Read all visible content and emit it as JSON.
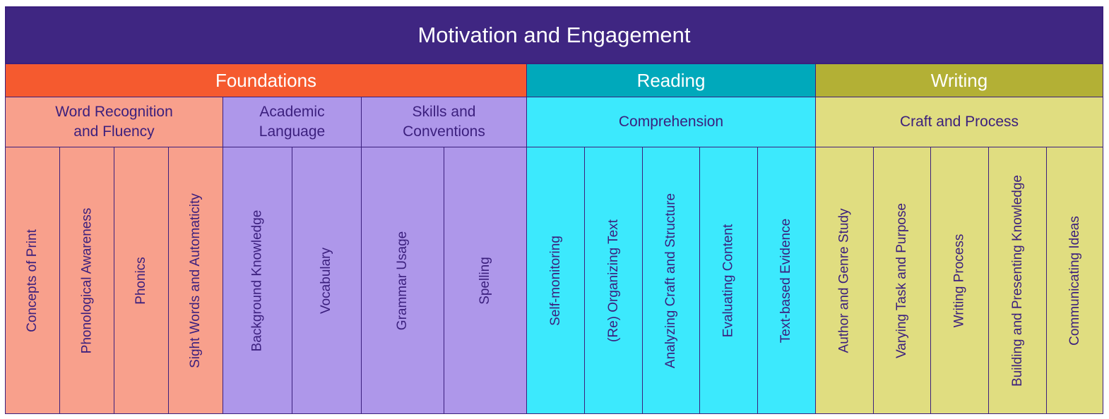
{
  "title": "Motivation and Engagement",
  "colors": {
    "border": "#3b1f7d",
    "title_bg": "#3f2682",
    "foundations_header": "#f55a2f",
    "foundations_word_recognition": "#f8a08c",
    "foundations_academic_skills": "#ae97ea",
    "reading_header": "#00a9bb",
    "reading_body": "#3ce9fd",
    "writing_header": "#b3b035",
    "writing_body": "#e0dd80"
  },
  "categories": [
    {
      "label": "Foundations",
      "subcategories": [
        {
          "label": "Word Recognition and Fluency",
          "line1": "Word Recognition",
          "line2": "and Fluency",
          "items": [
            "Concepts of Print",
            "Phonological Awareness",
            "Phonics",
            "Sight Words and Automaticity"
          ]
        },
        {
          "label": "Academic Language",
          "line1": "Academic",
          "line2": "Language",
          "items": [
            "Background Knowledge",
            "Vocabulary"
          ]
        },
        {
          "label": "Skills and Conventions",
          "line1": "Skills and",
          "line2": "Conventions",
          "items": [
            "Grammar Usage",
            "Spelling"
          ]
        }
      ]
    },
    {
      "label": "Reading",
      "subcategories": [
        {
          "label": "Comprehension",
          "items": [
            "Self-monitoring",
            "(Re) Organizing Text",
            "Analyzing Craft and Structure",
            "Evaluating Content",
            "Text-based Evidence"
          ]
        }
      ]
    },
    {
      "label": "Writing",
      "subcategories": [
        {
          "label": "Craft and Process",
          "items": [
            "Author and Genre Study",
            "Varying Task and Purpose",
            "Writing Process",
            "Building and Presenting Knowledge",
            "Communicating Ideas"
          ]
        }
      ]
    }
  ]
}
